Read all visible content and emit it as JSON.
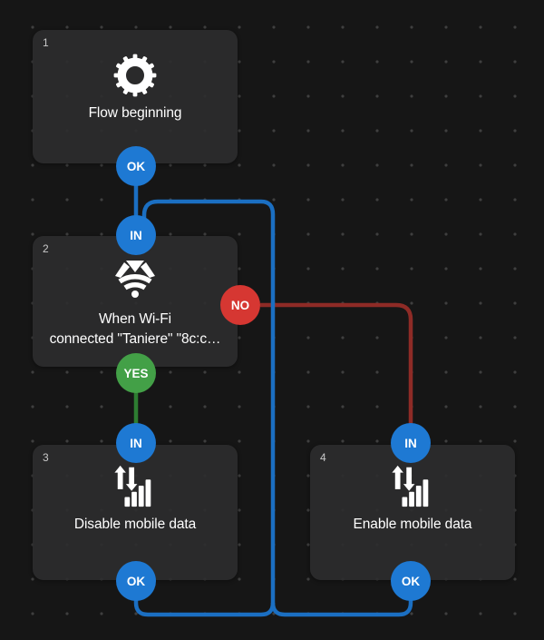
{
  "canvas": {
    "background": "#161616",
    "dot_color": "#3f3f3f",
    "block_color": "#2b2b2c"
  },
  "blocks": [
    {
      "number": "1",
      "icon": "gear-icon",
      "title_lines": [
        "Flow beginning"
      ]
    },
    {
      "number": "2",
      "icon": "wifi-icon",
      "title_lines": [
        "When Wi-Fi",
        "connected \"Taniere\" \"8c:c…"
      ]
    },
    {
      "number": "3",
      "icon": "mobile-data-icon",
      "title_lines": [
        "Disable mobile data"
      ]
    },
    {
      "number": "4",
      "icon": "mobile-data-icon",
      "title_lines": [
        "Enable mobile data"
      ]
    }
  ],
  "ports": [
    {
      "block": "1",
      "label": "OK",
      "color": "#1e79d3"
    },
    {
      "block": "2",
      "label": "IN",
      "color": "#1e79d3"
    },
    {
      "block": "2",
      "label": "NO",
      "color": "#d63732"
    },
    {
      "block": "2",
      "label": "YES",
      "color": "#43a047"
    },
    {
      "block": "3",
      "label": "IN",
      "color": "#1e79d3"
    },
    {
      "block": "3",
      "label": "OK",
      "color": "#1e79d3"
    },
    {
      "block": "4",
      "label": "IN",
      "color": "#1e79d3"
    },
    {
      "block": "4",
      "label": "OK",
      "color": "#1e79d3"
    }
  ],
  "edges": [
    {
      "from": "1:OK",
      "to": "2:IN",
      "color": "#1b6fc2"
    },
    {
      "from": "2:YES",
      "to": "3:IN",
      "color": "#2e7d32"
    },
    {
      "from": "2:NO",
      "to": "4:IN",
      "color": "#8e2b26"
    },
    {
      "from": "3:OK",
      "to": "2:IN",
      "color": "#1b6fc2"
    },
    {
      "from": "4:OK",
      "to": "2:IN",
      "color": "#1b6fc2"
    }
  ]
}
